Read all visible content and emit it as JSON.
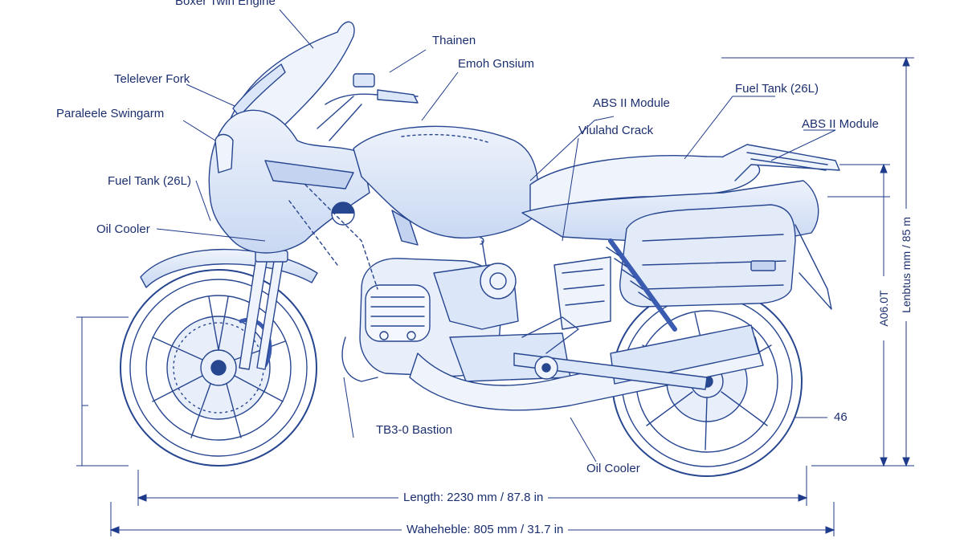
{
  "callouts": {
    "boxer_twin_engine": "Boxer Twin Engine",
    "thainen": "Thainen",
    "emoh_gnsium": "Emoh Gnsium",
    "telelever_fork": "Telelever Fork",
    "paraleele_swingarm": "Paraleele Swingarm",
    "fuel_tank_left": "Fuel Tank (26L)",
    "oil_cooler_left": "Oil Cooler",
    "abs_module_center": "ABS II Module",
    "vitalahd_crack": "Viulahd Crack",
    "fuel_tank_right": "Fuel Tank (26L)",
    "abs_module_right": "ABS II Module",
    "tb3_bastion": "TB3-0 Bastion",
    "oil_cooler_bottom": "Oil Cooler"
  },
  "dimensions": {
    "length": "Length: 2230 mm / 87.8 in",
    "wheelbase": "Waheheble: 805 mm / 31.7 in",
    "height_outer": "Lenbtus mm / 85 m",
    "height_inner": "A06.0T",
    "small_value": "46"
  },
  "colors": {
    "line": "#1e3a8a",
    "fill": "#dbe6f8",
    "text": "#1b2f6e"
  }
}
